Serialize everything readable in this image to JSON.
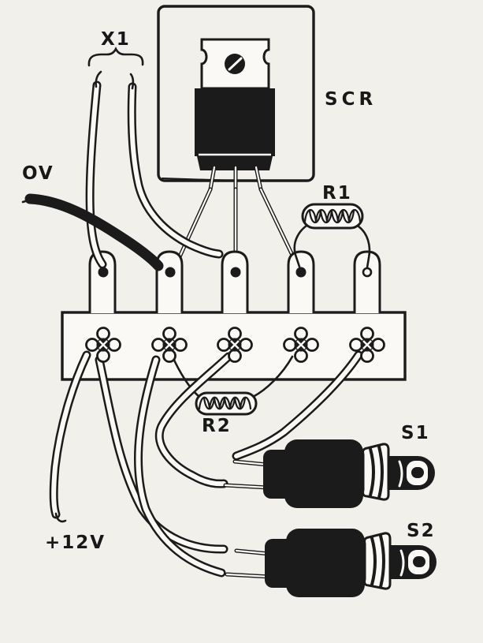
{
  "figure": {
    "description": "Hand-drawn component assembly diagram: SCR on a mounting plate above a five-terminal screw strip, resistors R1 and R2, external connector wires X1, pushbutton switches S1 and S2, supply wires OV and +12V",
    "labels": {
      "x1": "X1",
      "ov": "OV",
      "scr": "SCR",
      "r1": "R1",
      "r2": "R2",
      "s1": "S1",
      "s2": "S2",
      "supply": "+12V"
    },
    "colors": {
      "paper": "#f2f0ea",
      "ink": "#1b1b1b",
      "highlight": "#faf9f5"
    },
    "terminal_strip": {
      "terminal_count": 5
    }
  }
}
